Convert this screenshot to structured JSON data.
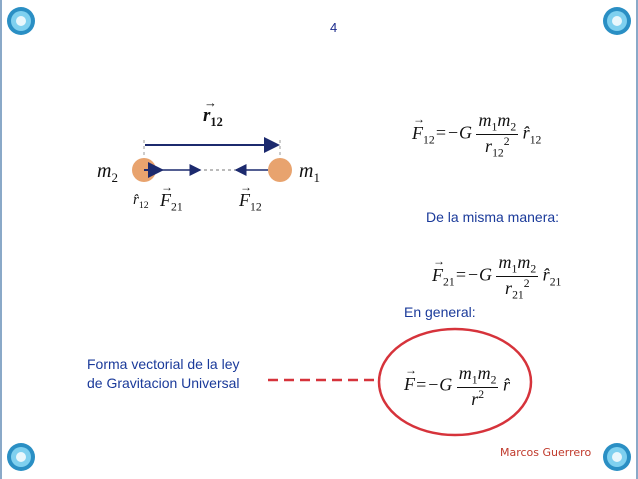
{
  "page_number": "4",
  "author": "Marcos Guerrero",
  "diagram": {
    "r_label": "r",
    "r_sub": "12",
    "m2": "m",
    "m2_sub": "2",
    "m1": "m",
    "m1_sub": "1",
    "r_hat": "r̂",
    "r_hat_sub": "12",
    "F21": "F",
    "F21_sub": "21",
    "F12": "F",
    "F12_sub": "12",
    "colors": {
      "mass": "#e8a36e",
      "arrow": "#1c2a6e"
    }
  },
  "equation_1": {
    "lhs": "F",
    "lhs_sub": "12",
    "eq": "=−G",
    "num_a": "m",
    "num_a_sub": "1",
    "num_b": "m",
    "num_b_sub": "2",
    "den": "r",
    "den_sub": "12",
    "den_sup": "2",
    "unit": "r̂",
    "unit_sub": "12"
  },
  "label_same_way": "De la misma manera:",
  "equation_2": {
    "lhs": "F",
    "lhs_sub": "21",
    "eq": "=−G",
    "num_a": "m",
    "num_a_sub": "1",
    "num_b": "m",
    "num_b_sub": "2",
    "den": "r",
    "den_sub": "21",
    "den_sup": "2",
    "unit": "r̂",
    "unit_sub": "21"
  },
  "label_general": "En general:",
  "label_vector_form_1": "Forma vectorial de la ley",
  "label_vector_form_2": "de Gravitacion Universal",
  "equation_3": {
    "lhs": "F",
    "eq": "=−G",
    "num_a": "m",
    "num_a_sub": "1",
    "num_b": "m",
    "num_b_sub": "2",
    "den": "r",
    "den_sup": "2",
    "unit": "r̂"
  },
  "colors": {
    "highlight": "#d6333b",
    "text_blue": "#1a3a9a"
  }
}
